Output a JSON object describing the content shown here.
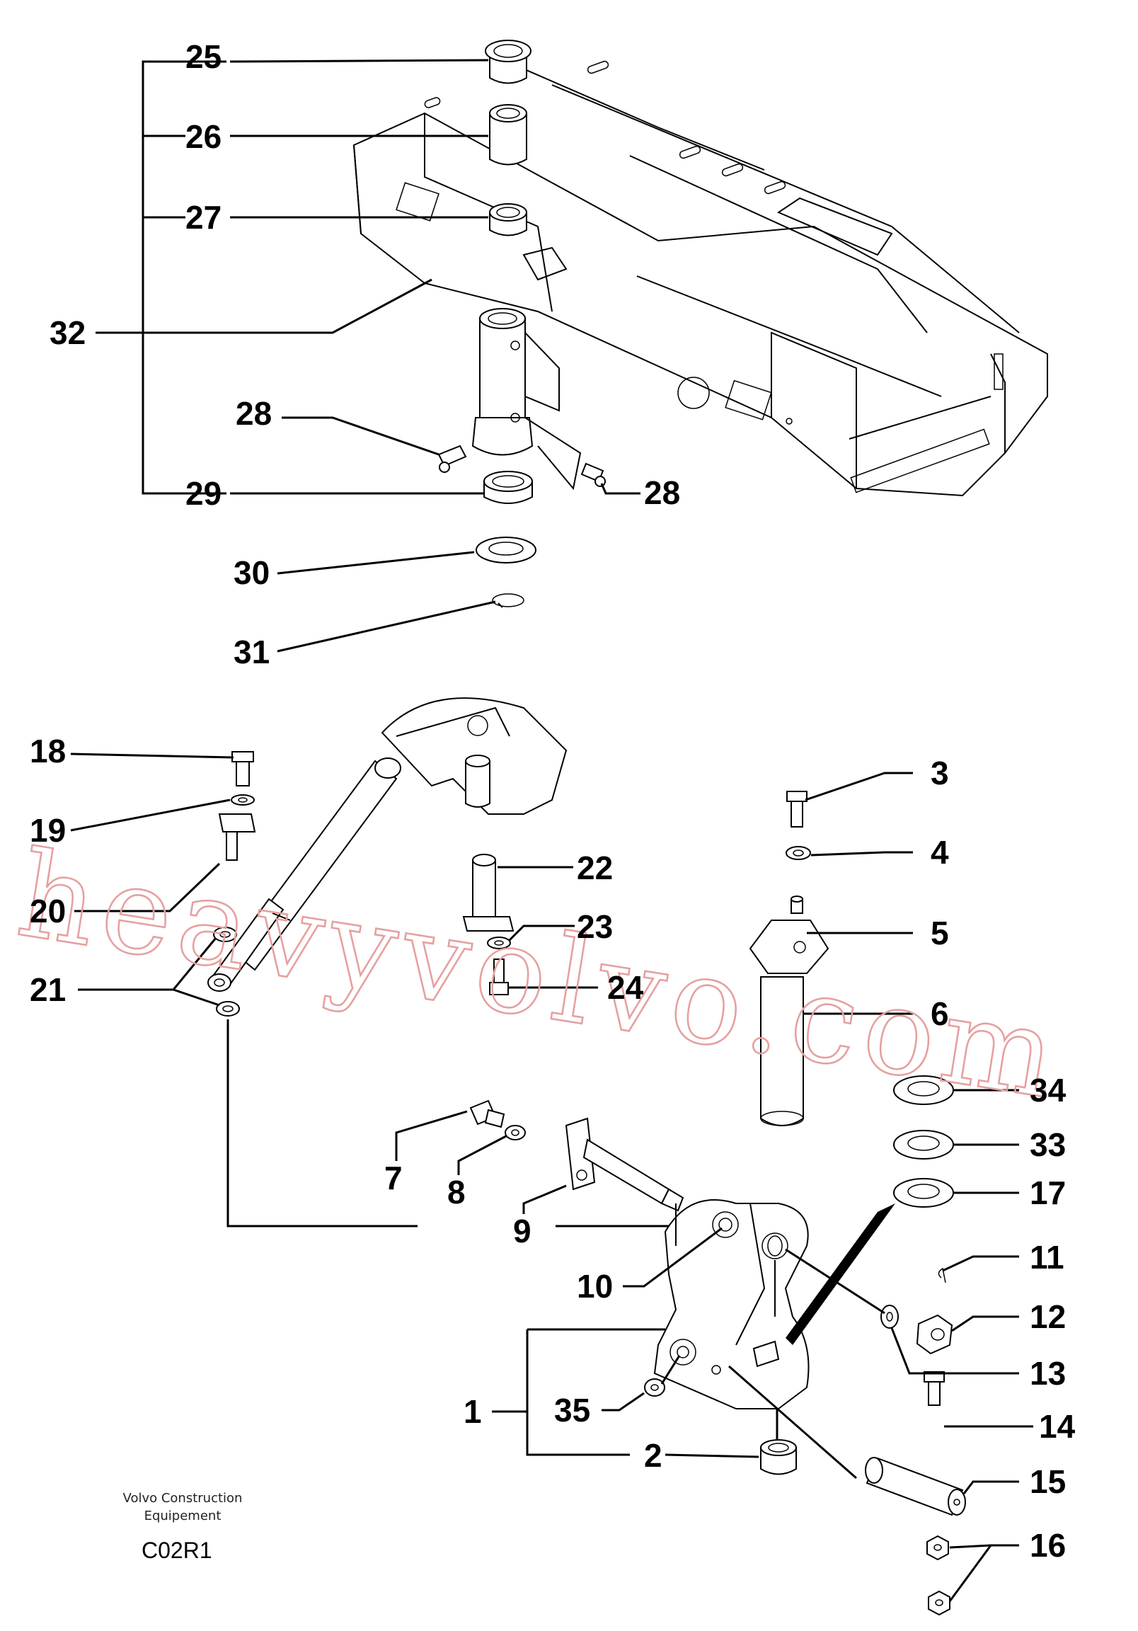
{
  "diagram": {
    "callouts": [
      {
        "id": "25",
        "label": "25"
      },
      {
        "id": "26",
        "label": "26"
      },
      {
        "id": "27",
        "label": "27"
      },
      {
        "id": "32",
        "label": "32"
      },
      {
        "id": "28a",
        "label": "28"
      },
      {
        "id": "28b",
        "label": "28"
      },
      {
        "id": "29",
        "label": "29"
      },
      {
        "id": "30",
        "label": "30"
      },
      {
        "id": "31",
        "label": "31"
      },
      {
        "id": "18",
        "label": "18"
      },
      {
        "id": "19",
        "label": "19"
      },
      {
        "id": "20",
        "label": "20"
      },
      {
        "id": "21",
        "label": "21"
      },
      {
        "id": "22",
        "label": "22"
      },
      {
        "id": "23",
        "label": "23"
      },
      {
        "id": "24",
        "label": "24"
      },
      {
        "id": "3",
        "label": "3"
      },
      {
        "id": "4",
        "label": "4"
      },
      {
        "id": "5",
        "label": "5"
      },
      {
        "id": "6",
        "label": "6"
      },
      {
        "id": "34",
        "label": "34"
      },
      {
        "id": "33",
        "label": "33"
      },
      {
        "id": "17",
        "label": "17"
      },
      {
        "id": "7",
        "label": "7"
      },
      {
        "id": "8",
        "label": "8"
      },
      {
        "id": "9",
        "label": "9"
      },
      {
        "id": "10",
        "label": "10"
      },
      {
        "id": "11",
        "label": "11"
      },
      {
        "id": "12",
        "label": "12"
      },
      {
        "id": "13",
        "label": "13"
      },
      {
        "id": "1",
        "label": "1"
      },
      {
        "id": "35",
        "label": "35"
      },
      {
        "id": "2",
        "label": "2"
      },
      {
        "id": "14",
        "label": "14"
      },
      {
        "id": "15",
        "label": "15"
      },
      {
        "id": "16",
        "label": "16"
      }
    ],
    "footer": {
      "brand_line1": "Volvo Construction",
      "brand_line2": "Equipement",
      "code": "C02R1"
    },
    "watermark": "heavyvolvo.com"
  }
}
